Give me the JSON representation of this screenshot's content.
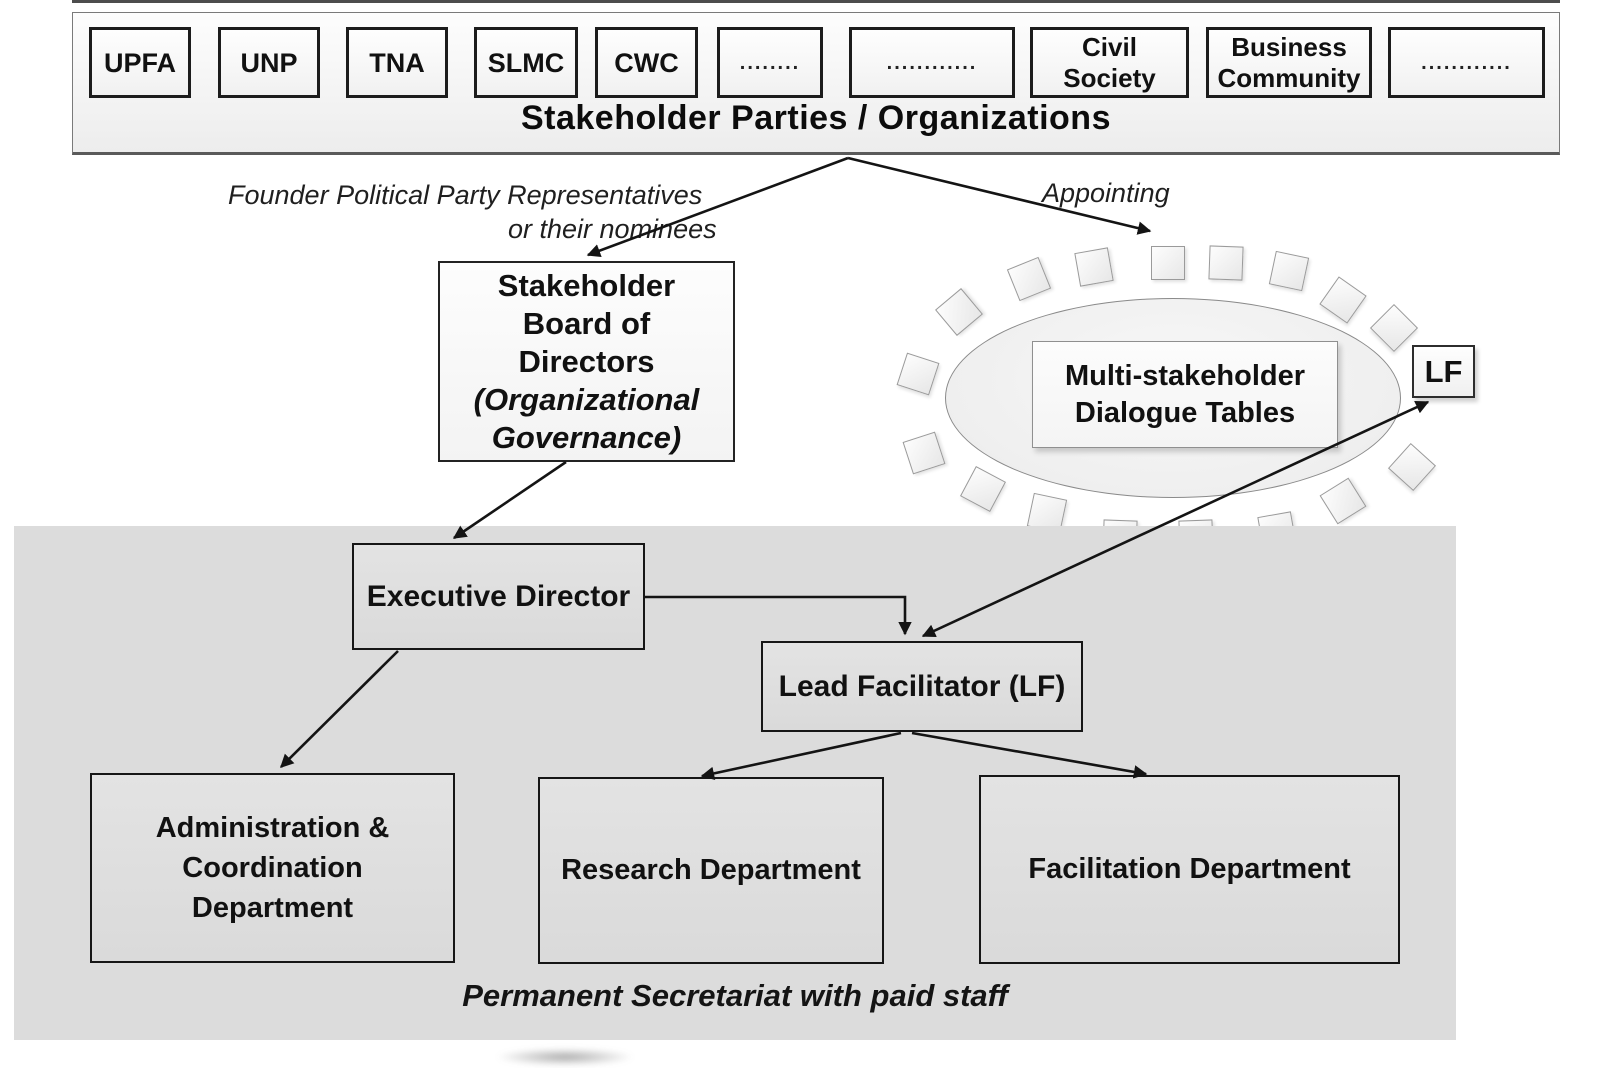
{
  "diagram": {
    "stakeholder_container": {
      "title": "Stakeholder Parties / Organizations",
      "parties": [
        "UPFA",
        "UNP",
        "TNA",
        "SLMC",
        "CWC",
        "........",
        "............",
        "Civil Society",
        "Business Community",
        "............"
      ]
    },
    "annotations": {
      "founder_line1": "Founder Political Party Representatives",
      "founder_line2": "or their nominees",
      "appointing": "Appointing"
    },
    "board": {
      "line1": "Stakeholder",
      "line2": "Board of",
      "line3": "Directors",
      "line4": "(Organizational",
      "line5": "Governance)"
    },
    "dialogue_tables": {
      "label_line1": "Multi-stakeholder",
      "label_line2": "Dialogue Tables",
      "lf_badge": "LF",
      "chair_count": 17
    },
    "secretariat": {
      "caption": "Permanent Secretariat with paid staff",
      "executive_director": "Executive Director",
      "lead_facilitator": "Lead Facilitator (LF)",
      "departments": {
        "admin_line1": "Administration &",
        "admin_line2": "Coordination",
        "admin_line3": "Department",
        "research": "Research Department",
        "facilitation": "Facilitation Department"
      }
    },
    "colors": {
      "panel_gray": "#dcdcdc",
      "line_black": "#141414"
    }
  }
}
